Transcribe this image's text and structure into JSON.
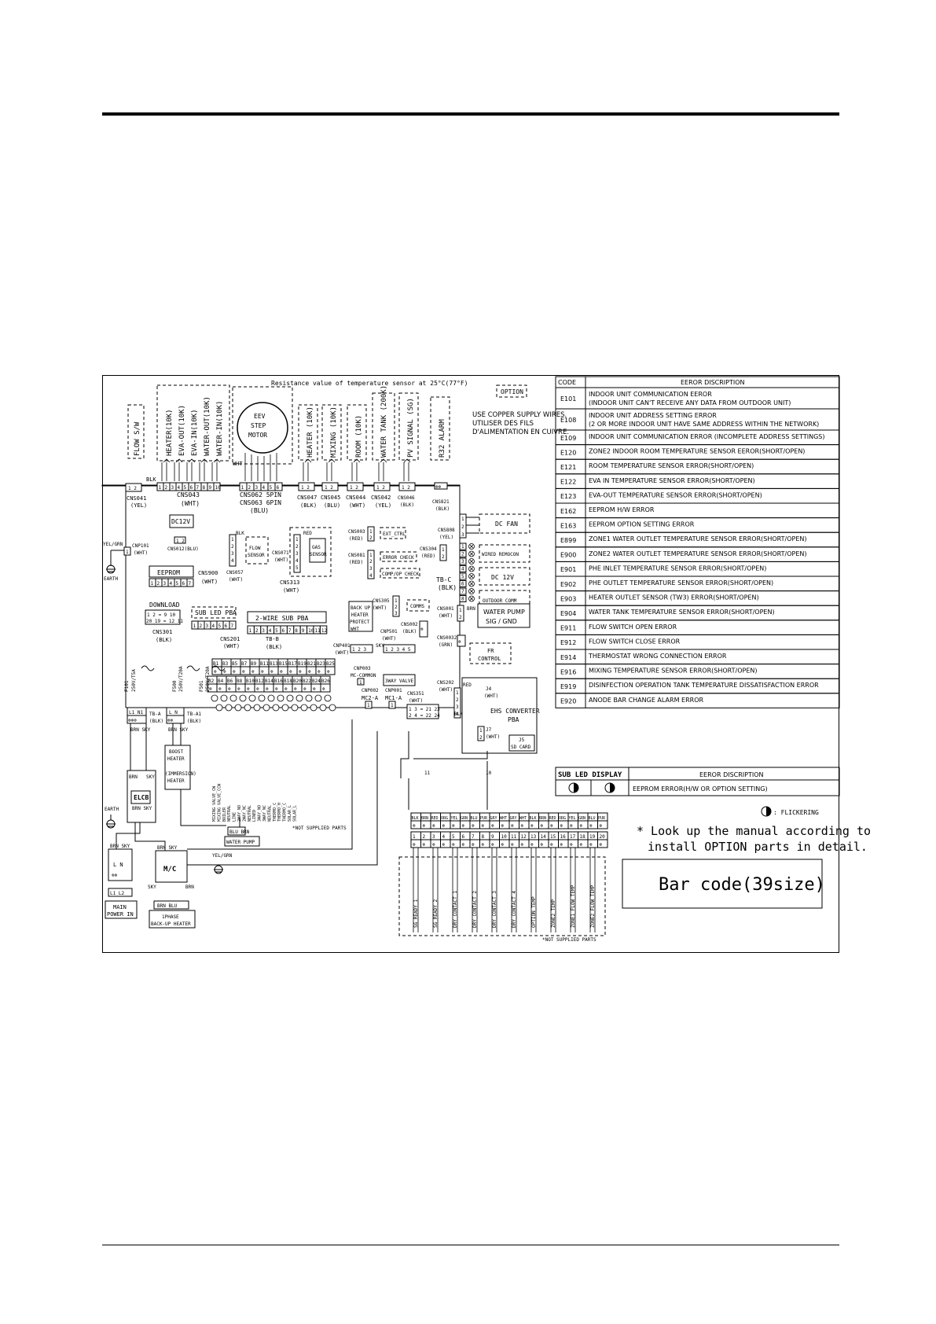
{
  "header_rule": true,
  "resistance_note": "Resistance value of temperature sensor at 25°C(77°F)",
  "option_label": "OPTION",
  "copper_note": [
    "USE COPPER SUPPLY WIRES.",
    "UTILISER DES FILS",
    "D'ALIMENTATION EN CUIVRE."
  ],
  "sensors_left": [
    {
      "label": "FLOW S/W",
      "connector": "CNS041",
      "color": "(YEL)"
    },
    {
      "label": "HEATER(10K)"
    },
    {
      "label": "EVA-OUT(10K)"
    },
    {
      "label": "EVA-IN(10K)"
    },
    {
      "label": "WATER-OUT(10K)"
    },
    {
      "label": "WATER-IN(10K)"
    }
  ],
  "cns043": {
    "name": "CNS043",
    "color": "(WHT)",
    "pins": [
      "1",
      "2",
      "3",
      "4",
      "5",
      "6",
      "7",
      "8",
      "9",
      "10"
    ],
    "wire": "BLK"
  },
  "eev": {
    "label": [
      "EEV",
      "STEP",
      "MOTOR"
    ],
    "wire": "WHT",
    "connector": [
      "CNS062 5PIN",
      "CNS063 6PIN",
      "(BLU)"
    ],
    "pins": [
      "1",
      "2",
      "3",
      "4",
      "5",
      "6"
    ]
  },
  "sensors_right": [
    {
      "label": "HEATER (10K)",
      "connector": "CNS047",
      "color": "(BLK)"
    },
    {
      "label": "MIXING (10K)",
      "connector": "CNS045",
      "color": "(BLU)"
    },
    {
      "label": "ROOM (10K)",
      "connector": "CNS044",
      "color": "(WHT)"
    },
    {
      "label": "WATER TANK (200K)",
      "connector": "CNS042",
      "color": "(YEL)"
    },
    {
      "label": "PV SIGNAL (SG)",
      "connector": "CNS046",
      "color": "(BLK)"
    },
    {
      "label": "R32 ALARM",
      "connector": "CNS821",
      "color": "(BLK)"
    }
  ],
  "left_parts": {
    "dc12v": "DC12V",
    "cns012": "CNS012(BLU)",
    "yel_grn": "YEL/GRN",
    "cnp101": "CNP101",
    "cnp101_color": "(WHT)",
    "earth": "EARTH",
    "eeprom": "EEPROM",
    "eeprom_pins": [
      "1",
      "2",
      "3",
      "4",
      "5",
      "6",
      "7"
    ],
    "cns900": "CNS900",
    "cns900_color": "(WHT)",
    "download": "DOWNLOAD",
    "dl_row1": "1 2 ≈ 9 10",
    "dl_row2": "20 19 ≈ 12 11",
    "cns301": "CNS301",
    "cns301_color": "(BLK)"
  },
  "mid_parts": {
    "flow_sensor": "FLOW SENSOR",
    "cns057": "CNS057",
    "cns057_color": "(WHT)",
    "cns071": "CNS071",
    "cns071_color": "(WHT)",
    "gas_sensor": "GAS SENSOR",
    "red": "RED",
    "blk": "BLK",
    "cns313": "CNS313",
    "cns313_color": "(WHT)",
    "sub_led_pba": "SUB LED PBA",
    "sub_led_pins": [
      "1",
      "2",
      "3",
      "4",
      "5",
      "6",
      "7"
    ],
    "cns201": "CNS201",
    "cns201_color": "(WHT)",
    "two_wire": "2-WIRE SUB PBA",
    "two_wire_pins": [
      "1",
      "2",
      "3",
      "4",
      "5",
      "6",
      "7",
      "8",
      "9",
      "10",
      "11",
      "12"
    ],
    "tb_b": "TB-B",
    "tb_b_color": "(BLK)"
  },
  "center_parts": {
    "cns003": "CNS003",
    "cns003_color": "(RED)",
    "ext_ctrl": "EXT_CTRL",
    "cns081": "CNS081",
    "cns081_color": "(RED)",
    "error_check": "ERROR CHECK",
    "comp_check": "COMP/OP CHECK",
    "cns304": "CNS304",
    "cns304_color": "(RED)",
    "back_up": [
      "BACK UP",
      "HEATER",
      "PROTECT"
    ],
    "cnp401": "CNP401",
    "cnp401_color": "(WHT)",
    "cns305": "CNS305",
    "cns305_color": "(WHT)",
    "comms": "COMMS",
    "cns002": "CNS002",
    "cns002_color": "(BLK)",
    "cnp501": "CNP501",
    "cnp501_color": "(WHT)",
    "three_way": "3WAY VALVE",
    "sky": "SKY",
    "cnp003": "CNP003",
    "mc_common": "MC-COMMON",
    "cnp002": "CNP002",
    "mc2a": "MC2-A",
    "cnp001": "CNP001",
    "mc1a": "MC1-A",
    "cns351": "CNS351",
    "cns351_color": "(WHT)",
    "cns202": "CNS202",
    "cns202_color": "(WHT)"
  },
  "right_parts": {
    "cns808": "CNS808",
    "cns808_color": "(YEL)",
    "dc_fan": "DC FAN",
    "wired_remocon": "WIRED REMOCON",
    "dc12v": "DC 12V",
    "outdoor_comm": "OUTDOOR COMM",
    "tb_c": "TB-C",
    "tb_c_color": "(BLK)",
    "cns001": "CNS001",
    "cns001_color": "(WHT)",
    "brn": "BRN",
    "water_pump_sig": [
      "WATER PUMP",
      "SIG / GND"
    ],
    "cns0032": "CNS0032",
    "cns0032_color": "(GRN)",
    "fr_control": [
      "FR",
      "CONTROL"
    ],
    "ehs_converter": [
      "EHS CONVERTER",
      "PBA"
    ],
    "j4": "J4",
    "j4_color": "(WHT)",
    "j7": "J7",
    "j7_color": "(WHT)",
    "j5": "J5",
    "sd_card": "SD CARD",
    "red": "RED",
    "blk": "BLK"
  },
  "power_parts": {
    "f101": "F101",
    "f101_rating": "250V/T5A",
    "f500": "F500",
    "f500_rating": "250V/T20A",
    "f501": "F501",
    "f501_rating": "250V/T20A",
    "tb_a": "TB-A",
    "tb_a_color": "(BLK)",
    "tb_a1": "TB-A1",
    "tb_a1_color": "(BLK)",
    "boost_heater": [
      "BOOST",
      "HEATER",
      "(IMMERSION)",
      "HEATER"
    ],
    "elcb": "ELCB",
    "earth": "EARTH",
    "water_pump": "WATER PUMP",
    "mc": "M/C",
    "main_power": [
      "MAIN",
      "POWER IN"
    ],
    "backup_heater": [
      "1PHASE",
      "BACK-UP HEATER"
    ],
    "not_supplied": "*NOT SUPPLIED PARTS",
    "wires": [
      "BRN",
      "SKY",
      "BRN",
      "SKY",
      "BLU",
      "BRN",
      "BRN",
      "SKY",
      "L1",
      "L2",
      "L",
      "N",
      "BRN",
      "BLU"
    ]
  },
  "tb_b_top": [
    "B1",
    "B3",
    "B5",
    "B7",
    "B9",
    "B11",
    "B13",
    "B15",
    "B17",
    "B19",
    "B21",
    "B23",
    "B25"
  ],
  "tb_b_bottom": [
    "B2",
    "B4",
    "B6",
    "B8",
    "B10",
    "B12",
    "B14",
    "B16",
    "B18",
    "B20",
    "B22",
    "B24",
    "B26"
  ],
  "tb_b_outputs": [
    "MIXING VALVE_CW",
    "MIXING VALVE_CCW",
    "BOILER",
    "NEUTRAL",
    "LINE",
    "2WAY_NO",
    "2WAY_NC",
    "NEUTRAL",
    "LINED",
    "3WAY_NO",
    "3WAY_NC",
    "NEUTRAL",
    "THERMO_C",
    "THERMO_H",
    "THERMO_C",
    "SOLAR_L",
    "SOLAR_L"
  ],
  "field_terminals": {
    "colors": [
      "BLK",
      "BRN",
      "RED",
      "ORG",
      "YEL",
      "GRN",
      "BLU",
      "PUR",
      "GRY",
      "WHT",
      "GRY",
      "WHT",
      "BLK",
      "BRN",
      "RED",
      "ORG",
      "YEL",
      "GRN",
      "BLU",
      "PUR"
    ],
    "numbers": [
      "1",
      "2",
      "3",
      "4",
      "5",
      "6",
      "7",
      "8",
      "9",
      "10",
      "11",
      "12",
      "13",
      "14",
      "15",
      "16",
      "17",
      "18",
      "19",
      "20"
    ],
    "signals": [
      "SG READY_1",
      "SG READY_2",
      "DRY_CONTACT_1",
      "DRY_CONTACT_2",
      "DRY_CONTACT_3",
      "DRY_CONTACT_4",
      "OPTION_TEMP",
      "ZONE2_TEMP",
      "ZONE1_FLOW_TEMP",
      "ZONE2_FLOW_TEMP"
    ],
    "not_supplied": "*NOT SUPPLIED PARTS"
  },
  "error_table": {
    "header_code": "CODE",
    "header_desc": "EEROR DISCRIPTION",
    "rows": [
      {
        "code": "E101",
        "desc": [
          "INDOOR UNIT COMMUNICATION EEROR",
          "(INDOOR UNIT CAN'T RECEIVE ANY DATA FROM OUTDOOR UNIT)"
        ]
      },
      {
        "code": "E108",
        "desc": [
          "INDOOR UNIT ADDRESS SETTING ERROR",
          "(2 OR MORE INDOOR UNIT HAVE SAME ADDRESS WITHIN THE NETWORK)"
        ]
      },
      {
        "code": "E109",
        "desc": [
          "INDOOR UNIT COMMUNICATION ERROR (INCOMPLETE ADDRESS SETTINGS)"
        ]
      },
      {
        "code": "E120",
        "desc": [
          "ZONE2 INDOOR ROOM TEMPERATURE SENSOR EEROR(SHORT/OPEN)"
        ]
      },
      {
        "code": "E121",
        "desc": [
          "ROOM TEMPERATURE SENSOR ERROR(SHORT/OPEN)"
        ]
      },
      {
        "code": "E122",
        "desc": [
          "EVA IN TEMPERATURE SENSOR ERROR(SHORT/OPEN)"
        ]
      },
      {
        "code": "E123",
        "desc": [
          "EVA-OUT TEMPERATURE SENSOR ERROR(SHORT/OPEN)"
        ]
      },
      {
        "code": "E162",
        "desc": [
          "EEPROM H/W ERROR"
        ]
      },
      {
        "code": "E163",
        "desc": [
          "EEPROM OPTION SETTING ERROR"
        ]
      },
      {
        "code": "E899",
        "desc": [
          "ZONE1 WATER OUTLET TEMPERATURE SENSOR ERROR(SHORT/OPEN)"
        ]
      },
      {
        "code": "E900",
        "desc": [
          "ZONE2 WATER OUTLET TEMPERATURE SENSOR ERROR(SHORT/OPEN)"
        ]
      },
      {
        "code": "E901",
        "desc": [
          "PHE INLET TEMPERATURE SENSOR ERROR(SHORT/OPEN)"
        ]
      },
      {
        "code": "E902",
        "desc": [
          "PHE OUTLET TEMPERATURE SENSOR ERROR(SHORT/OPEN)"
        ]
      },
      {
        "code": "E903",
        "desc": [
          "HEATER OUTLET SENSOR (TW3) ERROR(SHORT/OPEN)"
        ]
      },
      {
        "code": "E904",
        "desc": [
          "WATER TANK TEMPERATURE SENSOR ERROR(SHORT/OPEN)"
        ]
      },
      {
        "code": "E911",
        "desc": [
          "FLOW SWITCH OPEN ERROR"
        ]
      },
      {
        "code": "E912",
        "desc": [
          "FLOW SWITCH CLOSE ERROR"
        ]
      },
      {
        "code": "E914",
        "desc": [
          "THERMOSTAT WRONG CONNECTION ERROR"
        ]
      },
      {
        "code": "E916",
        "desc": [
          "MIXING TEMPERATURE SENSOR ERROR(SHORT/OPEN)"
        ]
      },
      {
        "code": "E919",
        "desc": [
          "DISINFECTION OPERATION TANK TEMPERATURE DISSATISFACTION ERROR"
        ]
      },
      {
        "code": "E920",
        "desc": [
          "ANODE BAR CHANGE ALARM ERROR"
        ]
      }
    ]
  },
  "sub_led_table": {
    "header_display": "SUB LED DISPLAY",
    "header_desc": "EEROR DISCRIPTION",
    "row_desc": "EEPROM ERROR(H/W OR OPTION SETTING)",
    "legend": ": FLICKERING"
  },
  "manual_note": [
    "* Look up the manual according to",
    "install OPTION parts in detail."
  ],
  "bar_code": "Bar code(39size)"
}
